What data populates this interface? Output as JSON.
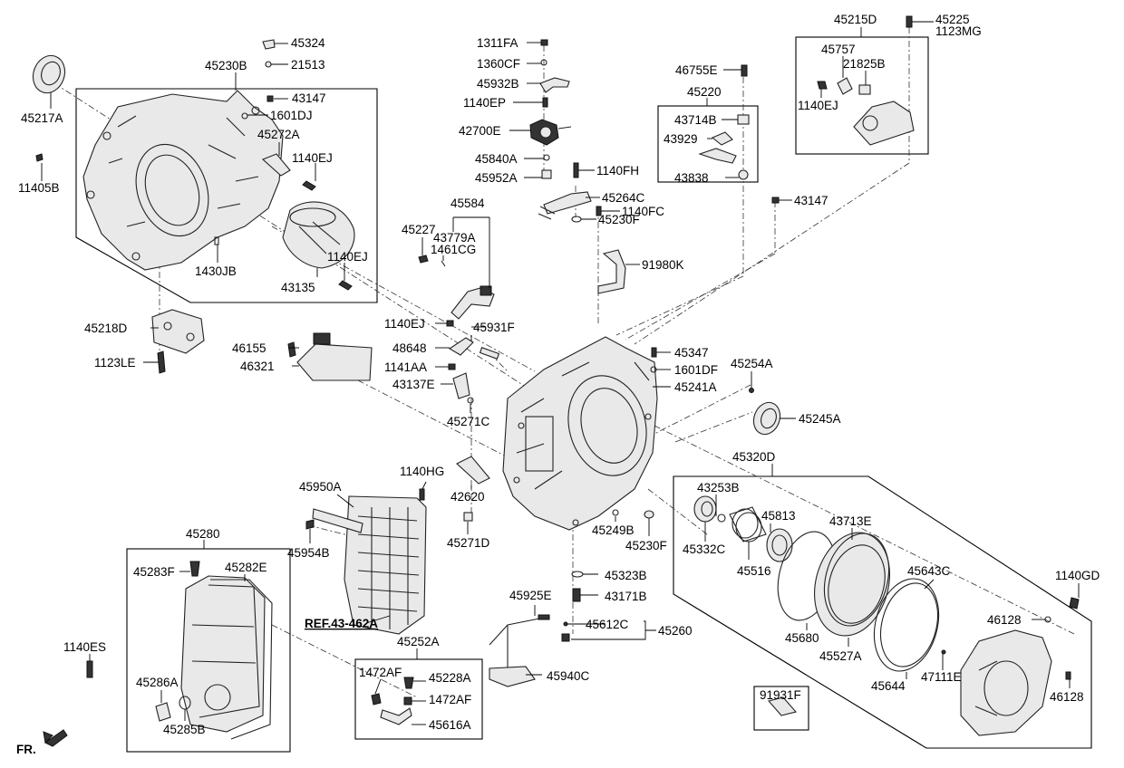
{
  "labels": {
    "p45324": "45324",
    "p21513": "21513",
    "p45230B": "45230B",
    "p45217A": "45217A",
    "p43147a": "43147",
    "p1601DJ": "1601DJ",
    "p45272A": "45272A",
    "p1140EJa": "1140EJ",
    "p11405B": "11405B",
    "p1430JB": "1430JB",
    "p43135": "43135",
    "p1140EJb": "1140EJ",
    "p45218D": "45218D",
    "p1123LE": "1123LE",
    "p1311FA": "1311FA",
    "p1360CF": "1360CF",
    "p45932B": "45932B",
    "p1140EP": "1140EP",
    "p42700E": "42700E",
    "p45840A": "45840A",
    "p45952A": "45952A",
    "p1140FH": "1140FH",
    "p45264C": "45264C",
    "p45230Fa": "45230F",
    "p1140FC": "1140FC",
    "p91980K": "91980K",
    "p45584": "45584",
    "p45227": "45227",
    "p43779A": "43779A",
    "p1461CG": "1461CG",
    "p1140EJc": "1140EJ",
    "p45931F": "45931F",
    "p46155": "46155",
    "p46321": "46321",
    "p48648": "48648",
    "p1141AA": "1141AA",
    "p43137E": "43137E",
    "p45271C": "45271C",
    "p46755E": "46755E",
    "p45220": "45220",
    "p43714B": "43714B",
    "p43929": "43929",
    "p43838": "43838",
    "p45215D": "45215D",
    "p45225": "45225",
    "p1123MG": "1123MG",
    "p45757": "45757",
    "p21825B": "21825B",
    "p1140EJd": "1140EJ",
    "p43147b": "43147",
    "p45347": "45347",
    "p1601DF": "1601DF",
    "p45241A": "45241A",
    "p45254A": "45254A",
    "p45245A": "45245A",
    "p45320D": "45320D",
    "p43253B": "43253B",
    "p45813": "45813",
    "p43713E": "43713E",
    "p45332C": "45332C",
    "p45516": "45516",
    "p45643C": "45643C",
    "p1140GD": "1140GD",
    "p46128a": "46128",
    "p45680": "45680",
    "p45527A": "45527A",
    "p45644": "45644",
    "p47111E": "47111E",
    "p46128b": "46128",
    "p91931F": "91931F",
    "p1140HG": "1140HG",
    "p42620": "42620",
    "p45950A": "45950A",
    "p45954B": "45954B",
    "p45249B": "45249B",
    "p45230Fb": "45230F",
    "p45271D": "45271D",
    "p45323B": "45323B",
    "p43171B": "43171B",
    "p45925E": "45925E",
    "p45612C": "45612C",
    "p45260": "45260",
    "p45940C": "45940C",
    "p45280": "45280",
    "p45283F": "45283F",
    "p45282E": "45282E",
    "p1140ES": "1140ES",
    "p45286A": "45286A",
    "p45285B": "45285B",
    "ref": "REF.43-462A",
    "p45252A": "45252A",
    "p1472AFa": "1472AF",
    "p45228A": "45228A",
    "p1472AFb": "1472AF",
    "p45616A": "45616A",
    "fr": "FR."
  }
}
